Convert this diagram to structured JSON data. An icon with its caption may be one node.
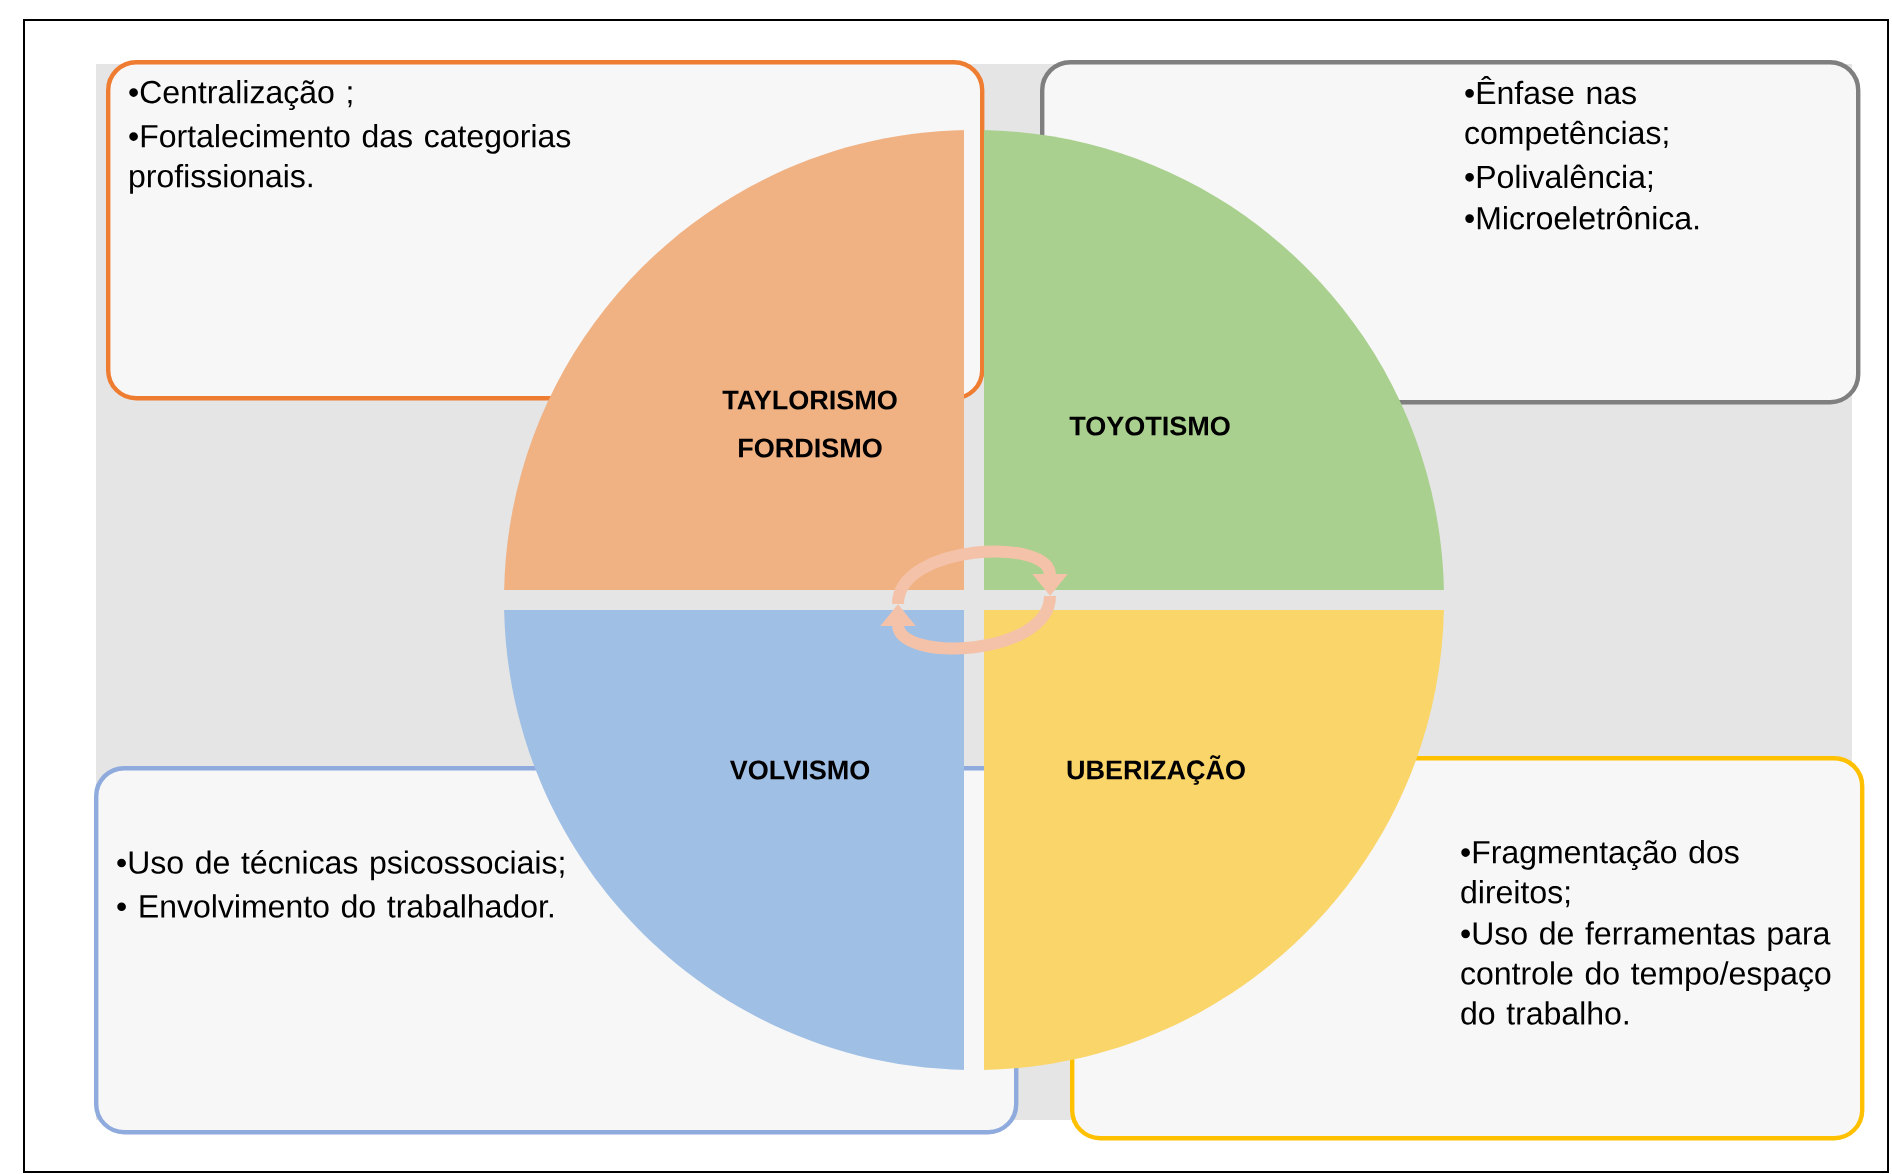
{
  "diagram": {
    "nodes": [
      {
        "text": [
          "•Centralização ;",
          "•Fortalecimento das categorias profissionais."
        ]
      },
      {
        "text": [
          "•Ênfase nas competências;",
          "•Polivalência;",
          "•Microeletrônica."
        ]
      },
      {
        "text": [
          "•Uso de técnicas psicossociais;",
          "• Envolvimento do trabalhador."
        ]
      },
      {
        "text": [
          "•Fragmentação dos direitos;",
          "•Uso de ferramentas para controle do tempo/espaço do trabalho."
        ]
      },
      {
        "text": [
          "TAYLORISMO FORDISMO"
        ]
      },
      {
        "text": [
          "TOYOTISMO"
        ]
      },
      {
        "text": [
          "VOLVISMO"
        ]
      },
      {
        "text": [
          "UBERIZAÇÃO"
        ]
      }
    ],
    "edges": [
      {
        "from": 4,
        "to": 5,
        "arrow": "to"
      },
      {
        "from": 7,
        "to": 6,
        "arrow": "to"
      }
    ]
  }
}
